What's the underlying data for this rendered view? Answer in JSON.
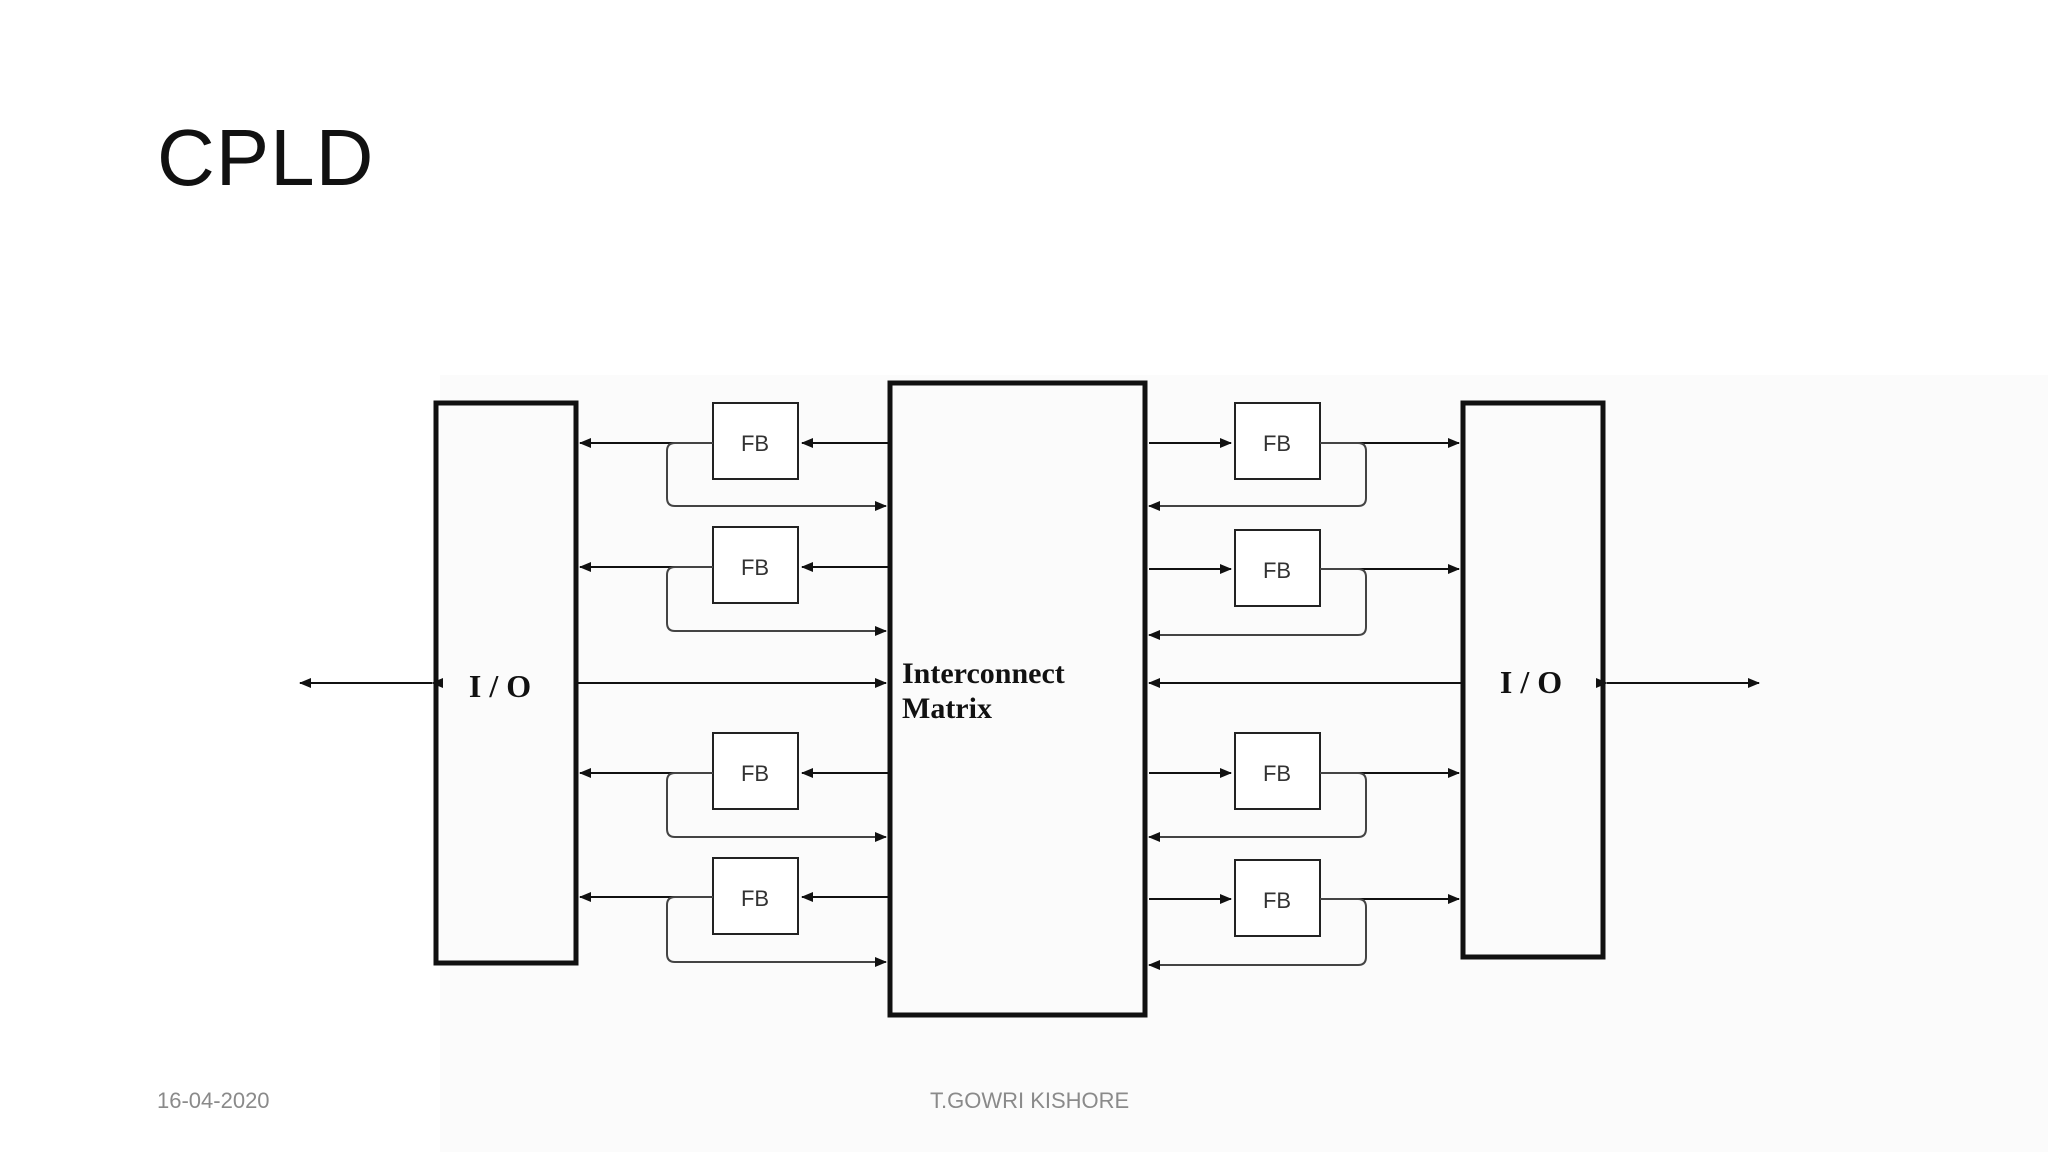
{
  "slide": {
    "title": "CPLD",
    "footer_date": "16-04-2020",
    "footer_author": "T.GOWRI KISHORE"
  },
  "diagram": {
    "left_io_label": "I / O",
    "right_io_label": "I / O",
    "matrix_label_line1": "Interconnect",
    "matrix_label_line2": "Matrix",
    "fb_label": "FB"
  }
}
